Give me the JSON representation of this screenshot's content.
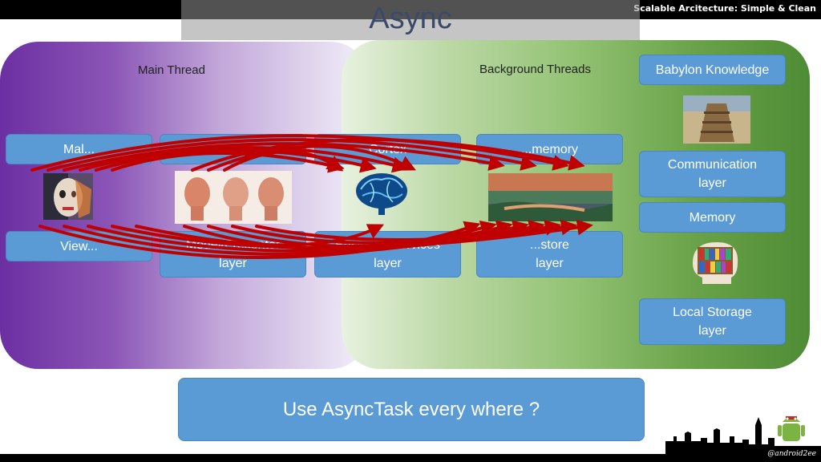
{
  "header": {
    "caption": "Scalable Arcitecture: Simple & Clean",
    "title": "Async"
  },
  "main_thread": {
    "label": "Main Thread",
    "boxes_top": [
      "Mal...",
      "M...",
      "Cortex"
    ],
    "boxes_bottom": [
      "View...",
      "Model/Presenter\nlayer",
      "Business Services\nlayer"
    ]
  },
  "background_threads": {
    "label": "Background Threads",
    "box_top": "...memory",
    "box_bottom": "...store\nlayer"
  },
  "side_column": {
    "babylon": "Babylon Knowledge",
    "communication": "Communication\nlayer",
    "memory": "Memory",
    "local_storage": "Local Storage\nlayer"
  },
  "callout": "Use AsyncTask every where ?",
  "footer": {
    "signature": "@android2ee"
  },
  "colors": {
    "box_blue": "#5b9bd5",
    "arrow_red": "#c00000",
    "main_purple": "#6c2fa2",
    "background_green": "#4e8c35"
  },
  "icons": [
    "face-skull-image",
    "anatomy-heads-image",
    "brain-image",
    "landscape-image",
    "tower-of-babel-image",
    "head-bookshelf-image",
    "paris-skyline-image",
    "android-robot-icon"
  ]
}
